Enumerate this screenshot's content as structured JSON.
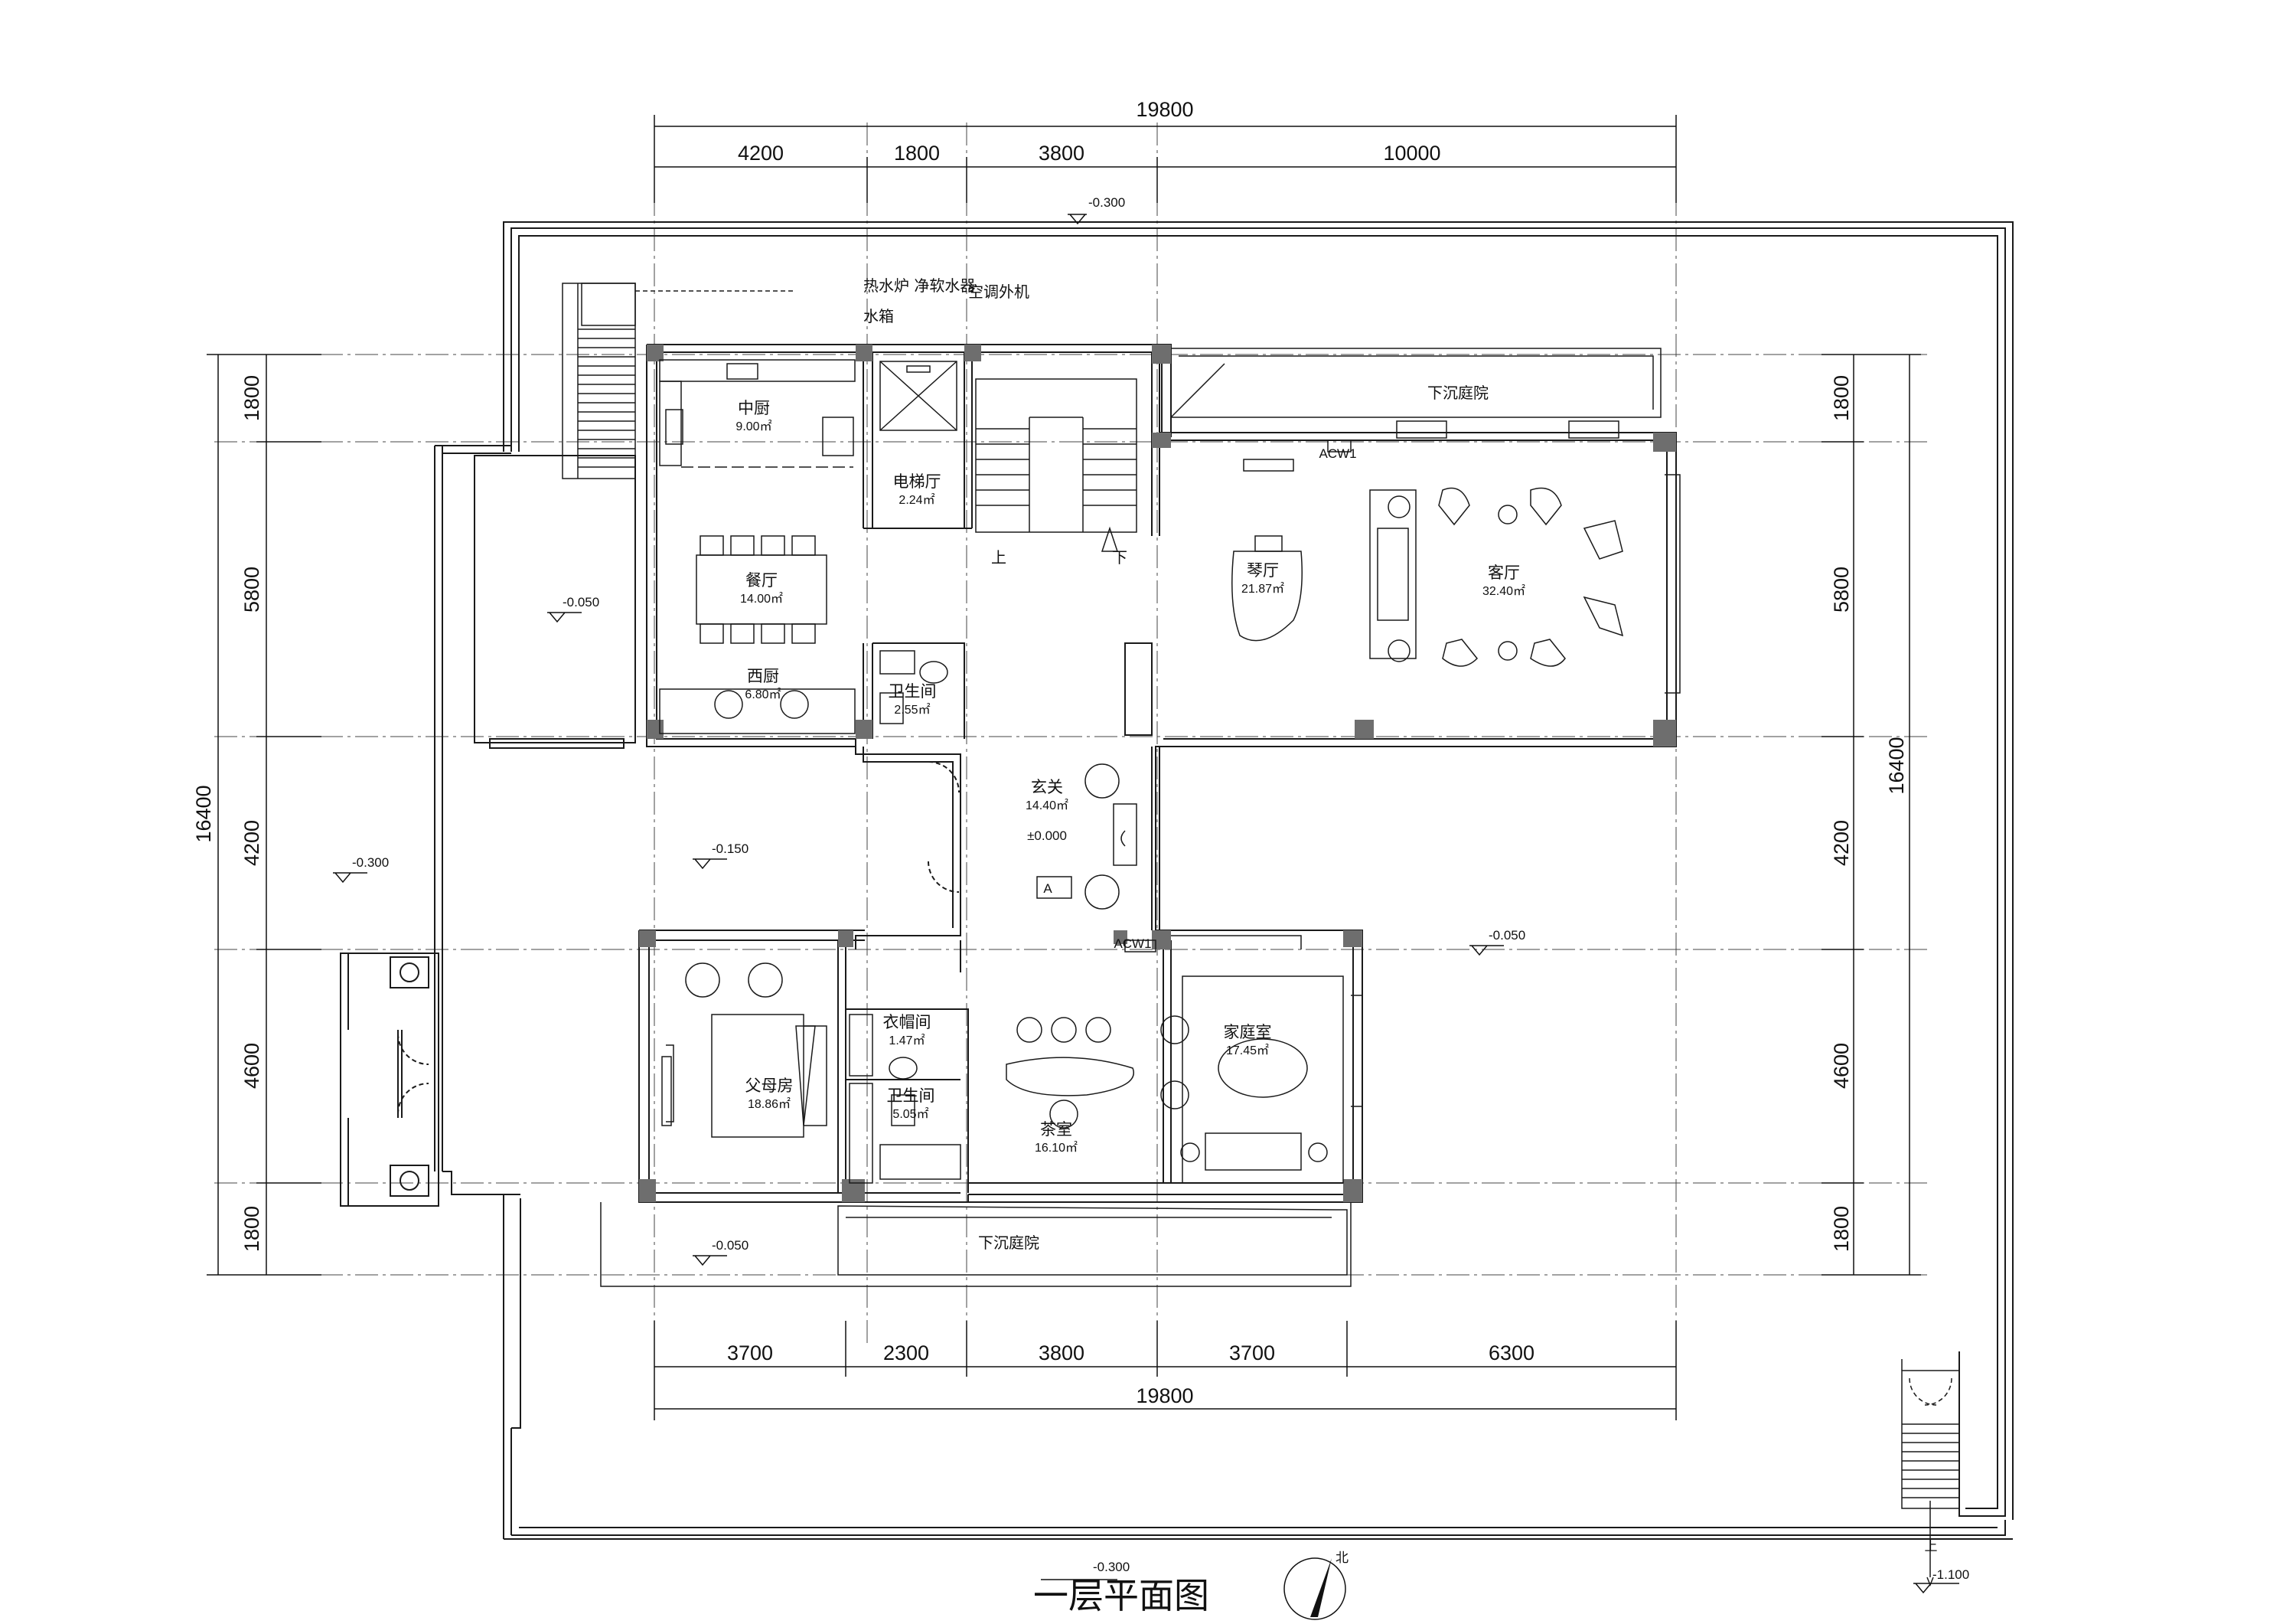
{
  "drawing": {
    "title": "一层平面图",
    "title_overlap_level": "-0.300",
    "north_mark": "北"
  },
  "dimensions": {
    "top_total": "19800",
    "top_segments": [
      "4200",
      "1800",
      "3800",
      "10000"
    ],
    "bottom_segments": [
      "3700",
      "2300",
      "3800",
      "3700",
      "6300"
    ],
    "bottom_total": "19800",
    "left_total": "16400",
    "left_segments": [
      "1800",
      "5800",
      "4200",
      "4600",
      "1800"
    ],
    "right_total": "16400",
    "right_segments": [
      "1800",
      "5800",
      "4200",
      "4600",
      "1800"
    ]
  },
  "rooms": [
    {
      "id": "kitchen",
      "name": "中厨",
      "area": "9.00㎡"
    },
    {
      "id": "elevator",
      "name": "电梯厅",
      "area": "2.24㎡"
    },
    {
      "id": "dining",
      "name": "餐厅",
      "area": "14.00㎡"
    },
    {
      "id": "western-kitchen",
      "name": "西厨",
      "area": "6.80㎡"
    },
    {
      "id": "bath1",
      "name": "卫生间",
      "area": "2.55㎡"
    },
    {
      "id": "piano",
      "name": "琴厅",
      "area": "21.87㎡"
    },
    {
      "id": "living",
      "name": "客厅",
      "area": "32.40㎡"
    },
    {
      "id": "foyer",
      "name": "玄关",
      "area": "14.40㎡"
    },
    {
      "id": "parents",
      "name": "父母房",
      "area": "18.86㎡"
    },
    {
      "id": "closet",
      "name": "衣帽间",
      "area": "1.47㎡"
    },
    {
      "id": "bath2",
      "name": "卫生间",
      "area": "5.05㎡"
    },
    {
      "id": "tea",
      "name": "茶室",
      "area": "16.10㎡"
    },
    {
      "id": "family",
      "name": "家庭室",
      "area": "17.45㎡"
    }
  ],
  "labels": {
    "equipment_top": "热水炉 净软水器",
    "water_tank": "水箱",
    "ac_unit": "空调外机",
    "sunken_north": "下沉庭院",
    "sunken_south": "下沉庭院",
    "stair_up": "上",
    "stair_down": "下",
    "foyer_level": "±0.000",
    "entry_mark": "A",
    "stair_up_se": "上",
    "ac_tag_1": "ACW1",
    "ac_tag_2": "ACW1"
  },
  "levels": {
    "top": "-0.300",
    "west_terrace": "-0.050",
    "west_yard": "-0.300",
    "entry_court": "-0.150",
    "east_yard": "-0.050",
    "south_court": "-0.050",
    "se_stair": "-1.100"
  },
  "colors": {
    "line": "#1a1a1a",
    "column": "#6e6e6e",
    "wall": "#9a9a9a"
  }
}
